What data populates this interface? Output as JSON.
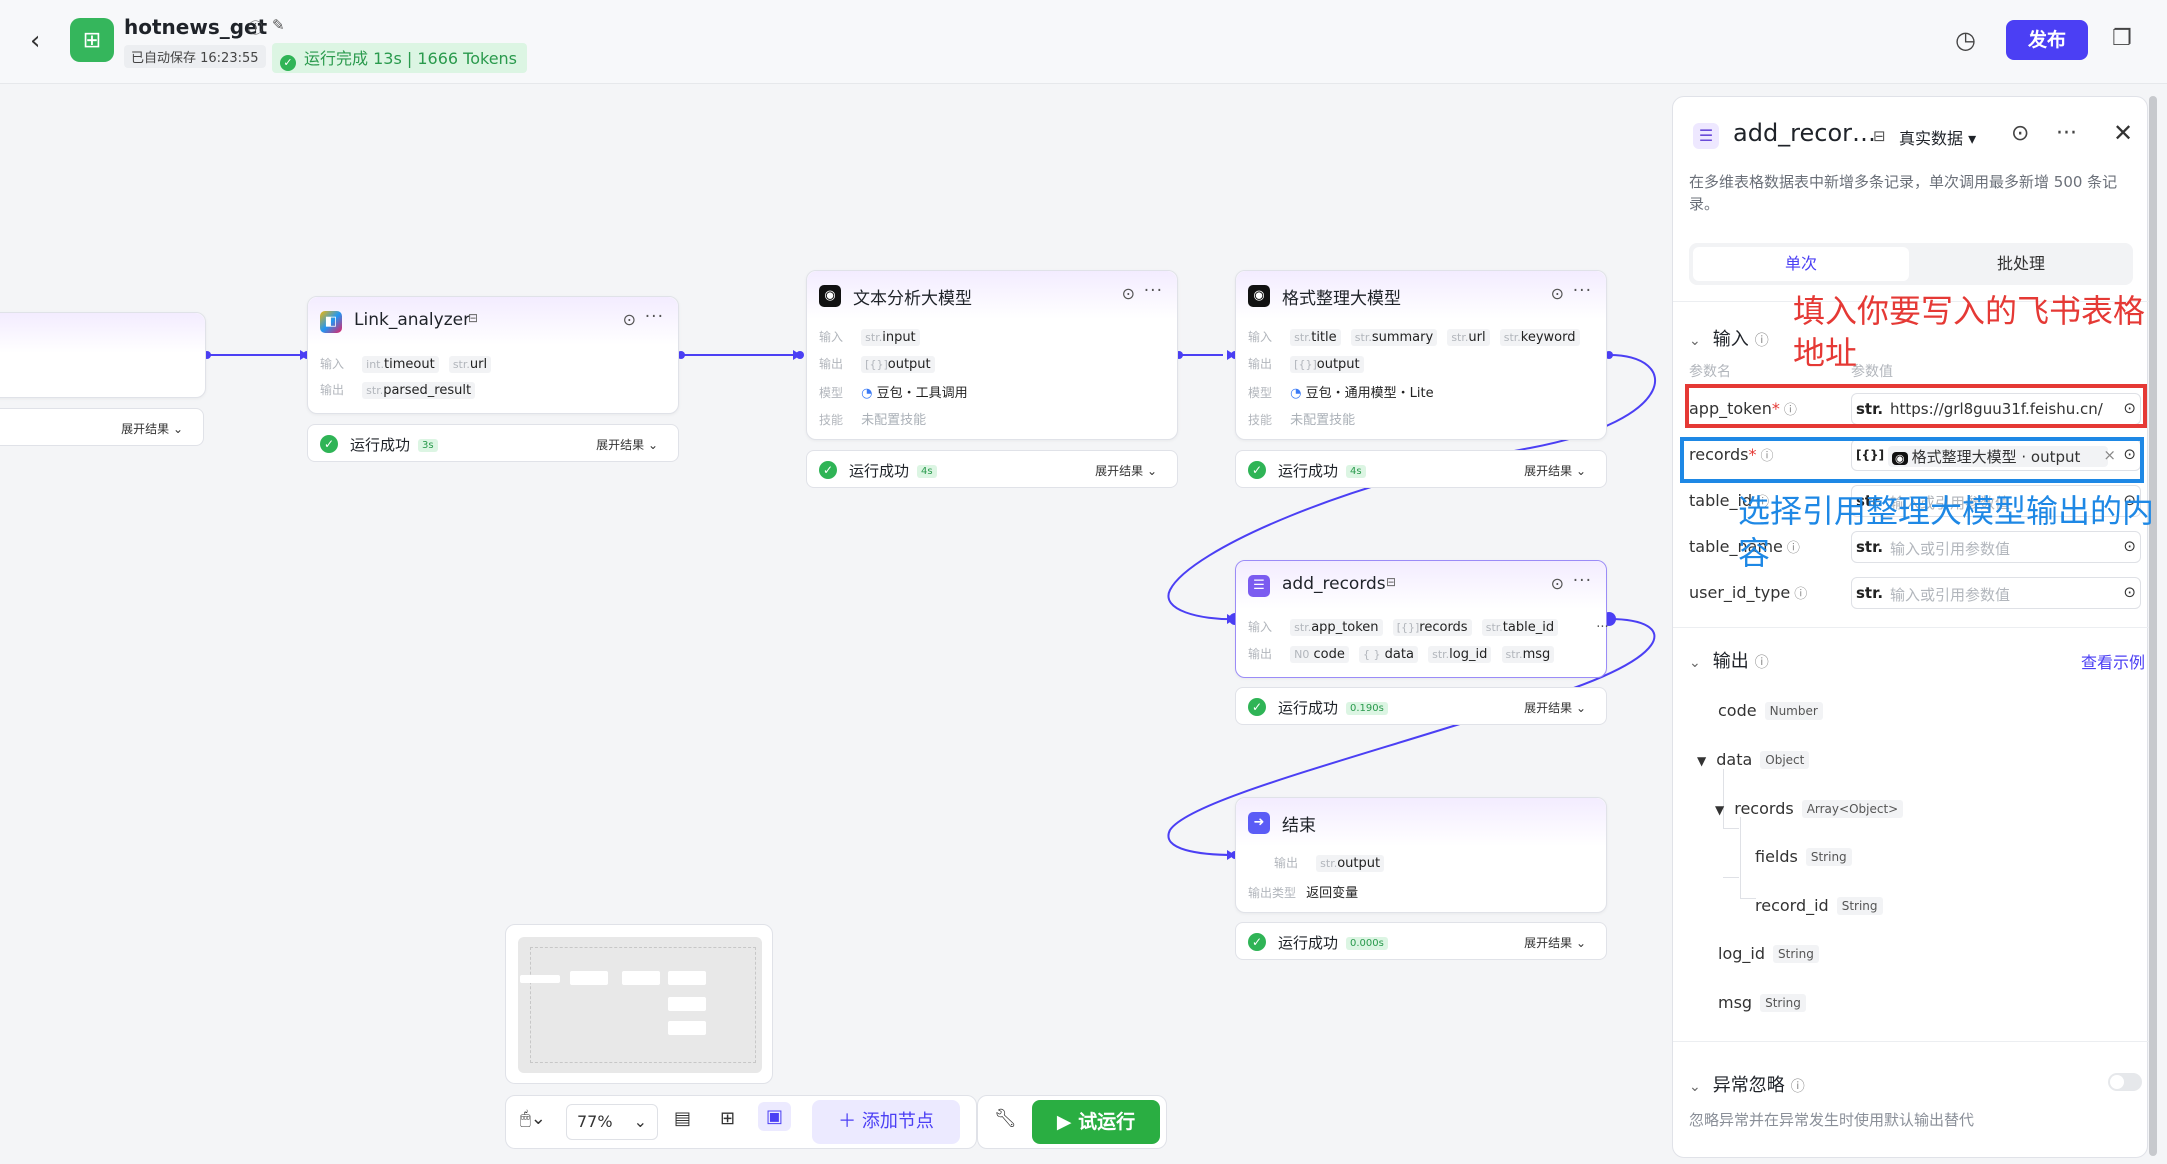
{
  "header": {
    "back_icon": "chevron-left-icon",
    "app_name": "hotnews_get",
    "autosave": "已自动保存 16:23:55",
    "run_status": "运行完成 13s | 1666 Tokens",
    "publish_label": "发布"
  },
  "nodes": {
    "partial": {
      "expand_label": "展开结果"
    },
    "link_analyzer": {
      "title": "Link_analyzer",
      "input_label": "输入",
      "output_label": "输出",
      "inputs": [
        {
          "type": "int.",
          "name": "timeout"
        },
        {
          "type": "str.",
          "name": "url"
        }
      ],
      "outputs": [
        {
          "type": "str.",
          "name": "parsed_result"
        }
      ],
      "status": "运行成功",
      "time": "3s",
      "expand_label": "展开结果"
    },
    "text_llm": {
      "title": "文本分析大模型",
      "input_label": "输入",
      "output_label": "输出",
      "model_label": "模型",
      "skill_label": "技能",
      "inputs": [
        {
          "type": "str.",
          "name": "input"
        }
      ],
      "outputs": [
        {
          "type": "[{}]",
          "name": "output"
        }
      ],
      "model": "豆包・工具调用",
      "skill": "未配置技能",
      "status": "运行成功",
      "time": "4s",
      "expand_label": "展开结果"
    },
    "format_llm": {
      "title": "格式整理大模型",
      "input_label": "输入",
      "output_label": "输出",
      "model_label": "模型",
      "skill_label": "技能",
      "inputs": [
        {
          "type": "str.",
          "name": "title"
        },
        {
          "type": "str.",
          "name": "summary"
        },
        {
          "type": "str.",
          "name": "url"
        },
        {
          "type": "str.",
          "name": "keyword"
        }
      ],
      "outputs": [
        {
          "type": "[{}]",
          "name": "output"
        }
      ],
      "model": "豆包・通用模型・Lite",
      "skill": "未配置技能",
      "status": "运行成功",
      "time": "4s",
      "expand_label": "展开结果"
    },
    "add_records": {
      "title": "add_records",
      "input_label": "输入",
      "output_label": "输出",
      "inputs": [
        {
          "type": "str.",
          "name": "app_token"
        },
        {
          "type": "[{}]",
          "name": "records"
        },
        {
          "type": "str.",
          "name": "table_id"
        }
      ],
      "outputs": [
        {
          "type": "N0",
          "name": "code"
        },
        {
          "type": "{ }",
          "name": "data"
        },
        {
          "type": "str.",
          "name": "log_id"
        },
        {
          "type": "str.",
          "name": "msg"
        }
      ],
      "status": "运行成功",
      "time": "0.190s",
      "expand_label": "展开结果"
    },
    "end": {
      "title": "结束",
      "output_label": "输出",
      "outputs": [
        {
          "type": "str.",
          "name": "output"
        }
      ],
      "output_type_label": "输出类型",
      "output_type": "返回变量",
      "status": "运行成功",
      "time": "0.000s",
      "expand_label": "展开结果"
    }
  },
  "panel": {
    "title": "add_recor…",
    "mode": "真实数据",
    "description": "在多维表格数据表中新增多条记录，单次调用最多新增 500 条记录。",
    "tabs": [
      "单次",
      "批处理"
    ],
    "input_section": "输入",
    "col_name": "参数名",
    "col_value": "参数值",
    "params": [
      {
        "name": "app_token",
        "required": true,
        "type": "str.",
        "value": "https://grl8guu31f.feishu.cn/",
        "placeholder": ""
      },
      {
        "name": "records",
        "required": true,
        "type": "[{}]",
        "value": "格式整理大模型 · output",
        "placeholder": ""
      },
      {
        "name": "table_id",
        "required": false,
        "type": "str.",
        "value": "",
        "placeholder": "输入或引用参数值"
      },
      {
        "name": "table_name",
        "required": false,
        "type": "str.",
        "value": "",
        "placeholder": "输入或引用参数值"
      },
      {
        "name": "user_id_type",
        "required": false,
        "type": "str.",
        "value": "",
        "placeholder": "输入或引用参数值"
      }
    ],
    "output_section": "输出",
    "view_example": "查看示例",
    "outputs": [
      {
        "name": "code",
        "type": "Number"
      },
      {
        "name": "data",
        "type": "Object"
      },
      {
        "name": "records",
        "type": "Array<Object>"
      },
      {
        "name": "fields",
        "type": "String"
      },
      {
        "name": "record_id",
        "type": "String"
      },
      {
        "name": "log_id",
        "type": "String"
      },
      {
        "name": "msg",
        "type": "String"
      }
    ],
    "error_section": "异常忽略",
    "error_desc": "忽略异常并在异常发生时使用默认输出替代"
  },
  "annotations": {
    "red_text": "填入你要写入的飞书表格地址",
    "blue_text": "选择引用整理大模型输出的内容",
    "red_color": "#e53935",
    "blue_color": "#1e88e5"
  },
  "toolbar": {
    "zoom": "77%",
    "add_node": "添加节点",
    "trial_run": "试运行"
  },
  "colors": {
    "accent": "#4b3ff4",
    "success": "#2fb456",
    "edge": "#4b3ff4"
  }
}
